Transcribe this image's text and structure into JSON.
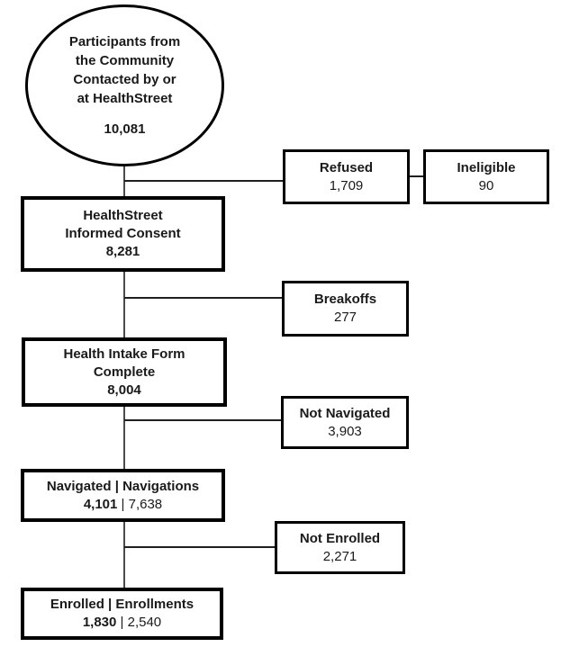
{
  "nodes": {
    "participants": {
      "line1": "Participants from",
      "line2": "the Community",
      "line3": "Contacted by or",
      "line4": "at HealthStreet",
      "value": "10,081"
    },
    "refused": {
      "label": "Refused",
      "value": "1,709"
    },
    "ineligible": {
      "label": "Ineligible",
      "value": "90"
    },
    "consent": {
      "line1": "HealthStreet",
      "line2": "Informed Consent",
      "value": "8,281"
    },
    "breakoffs": {
      "label": "Breakoffs",
      "value": "277"
    },
    "intake": {
      "line1": "Health Intake Form",
      "line2": "Complete",
      "value": "8,004"
    },
    "not_navigated": {
      "label": "Not Navigated",
      "value": "3,903"
    },
    "navigated": {
      "label": "Navigated | Navigations",
      "value_primary": "4,101",
      "value_secondary": "| 7,638"
    },
    "not_enrolled": {
      "label": "Not Enrolled",
      "value": "2,271"
    },
    "enrolled": {
      "label": "Enrolled | Enrollments",
      "value_primary": "1,830",
      "value_secondary": "| 2,540"
    }
  },
  "colors": {
    "box_border": "#000000",
    "text": "#1a1a1a",
    "connector": "#1f1f1f",
    "background": "#ffffff"
  }
}
